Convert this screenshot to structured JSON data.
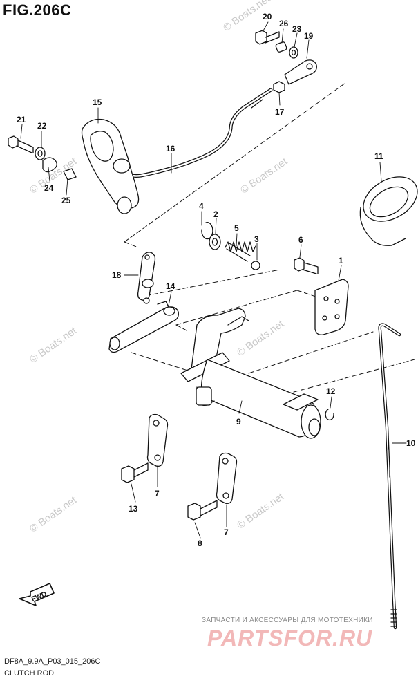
{
  "figure": {
    "title": "FIG.206C",
    "code": "DF8A_9.9A_P03_015_206C",
    "name": "CLUTCH ROD",
    "fwd_label": "FWD"
  },
  "watermark": {
    "text": "© Boats.net",
    "color": "#c9c9c9"
  },
  "shop": {
    "tagline": "ЗАПЧАСТИ И АКСЕССУАРЫ ДЛЯ МОТОТЕХНИКИ",
    "logo": "PARTSFOR.RU",
    "logo_color": "#f2b8b8"
  },
  "parts": {
    "p1": "1",
    "p2": "2",
    "p3": "3",
    "p4": "4",
    "p5": "5",
    "p6": "6",
    "p7a": "7",
    "p7b": "7",
    "p8": "8",
    "p9": "9",
    "p10": "10",
    "p11": "11",
    "p12": "12",
    "p13": "13",
    "p14": "14",
    "p15": "15",
    "p16": "16",
    "p17": "17",
    "p18": "18",
    "p19": "19",
    "p20": "20",
    "p21": "21",
    "p22": "22",
    "p23": "23",
    "p24": "24",
    "p25": "25",
    "p26": "26"
  }
}
